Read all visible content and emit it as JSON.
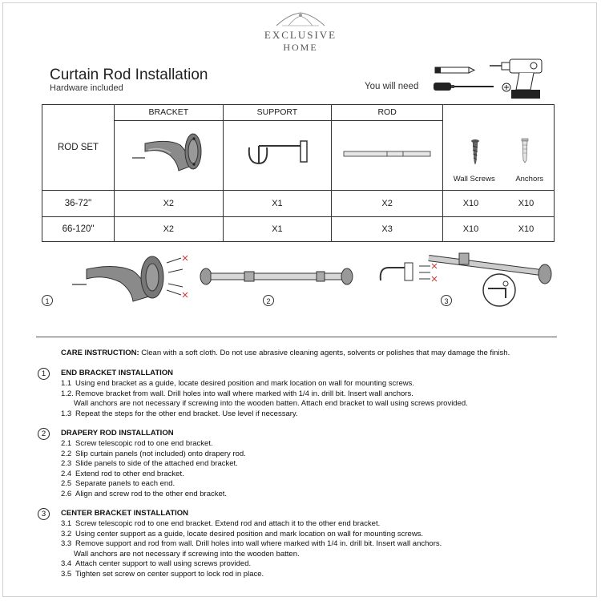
{
  "brand": {
    "line1": "EXCLUSIVE",
    "line2": "HOME"
  },
  "header": {
    "title": "Curtain Rod Installation",
    "subtitle": "Hardware included",
    "tools_label": "You will need",
    "tool_icons": [
      "pencil-icon",
      "screwdriver-icon",
      "drill-icon"
    ]
  },
  "table": {
    "columns": [
      "BRACKET",
      "SUPPORT",
      "ROD"
    ],
    "row_set_label": "ROD SET",
    "fasteners": [
      "Wall Screws",
      "Anchors"
    ],
    "rows": [
      {
        "size": "36-72\"",
        "bracket": "X2",
        "support": "X1",
        "rod": "X2",
        "screws": "X10",
        "anchors": "X10"
      },
      {
        "size": "66-120\"",
        "bracket": "X2",
        "support": "X1",
        "rod": "X3",
        "screws": "X10",
        "anchors": "X10"
      }
    ]
  },
  "diagrams": {
    "labels": [
      "1",
      "2",
      "3"
    ]
  },
  "care": {
    "label": "CARE INSTRUCTION:",
    "text": " Clean with a  soft cloth. Do not use abrasive cleaning agents, solvents or polishes that may damage the finish."
  },
  "sections": [
    {
      "num": "1",
      "title": "END BRACKET INSTALLATION",
      "steps": [
        {
          "n": "1.1",
          "text": "Using end bracket as a guide, locate desired position and mark location on wall for mounting screws."
        },
        {
          "n": "1.2.",
          "text": "Remove bracket from wall. Drill holes into wall where marked with 1/4 in. drill bit. Insert wall anchors."
        },
        {
          "n": "",
          "text": "Wall anchors are not necessary if screwing into the wooden batten.  Attach end bracket to wall using screws provided."
        },
        {
          "n": "1.3",
          "text": "Repeat the steps for the other end bracket. Use level if necessary."
        }
      ]
    },
    {
      "num": "2",
      "title": "DRAPERY ROD INSTALLATION",
      "steps": [
        {
          "n": "2.1",
          "text": "Screw telescopic rod to one end bracket."
        },
        {
          "n": "2.2",
          "text": "Slip curtain panels (not included) onto drapery rod."
        },
        {
          "n": "2.3",
          "text": "Slide panels to side of the attached end bracket."
        },
        {
          "n": "2.4",
          "text": "Extend rod to other end bracket."
        },
        {
          "n": "2.5",
          "text": "Separate panels to each end."
        },
        {
          "n": "2.6",
          "text": "Align and screw rod to the other end bracket."
        }
      ]
    },
    {
      "num": "3",
      "title": "CENTER BRACKET INSTALLATION",
      "steps": [
        {
          "n": "3.1",
          "text": "Screw telescopic rod to one end bracket. Extend rod and attach it to the other end bracket."
        },
        {
          "n": "3.2",
          "text": "Using center support as a guide, locate desired position and mark location on wall for mounting screws."
        },
        {
          "n": "3.3",
          "text": "Remove support and rod from wall. Drill holes into wall where marked with 1/4 in. drill bit. Insert wall anchors."
        },
        {
          "n": "",
          "text": "Wall anchors are not necessary if screwing into the wooden batten."
        },
        {
          "n": "3.4",
          "text": "Attach center support to wall using screws provided."
        },
        {
          "n": "3.5",
          "text": "Tighten set screw on center support to lock rod in place."
        }
      ]
    }
  ]
}
